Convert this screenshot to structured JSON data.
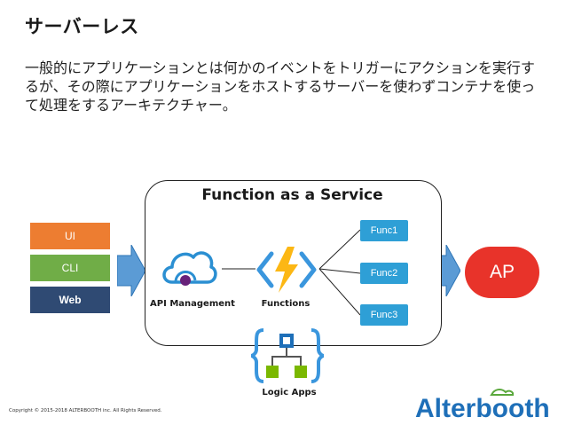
{
  "title": "サーバーレス",
  "description": "一般的にアプリケーションとは何かのイベントをトリガーにアクションを実行するが、その際にアプリケーションをホストするサーバーを使わずコンテナを使って処理をするアーキテクチャー。",
  "faas": {
    "title": "Function as a Service",
    "api_management_label": "API Management",
    "functions_label": "Functions",
    "logic_apps_label": "Logic Apps",
    "funcs": [
      "Func1",
      "Func2",
      "Func3"
    ]
  },
  "clients": [
    "UI",
    "CLI",
    "Web"
  ],
  "ap_label": "AP",
  "footer": {
    "copyright": "Copyright © 2015-2018 ALTERBOOTH inc. All Rights Reserved.",
    "logo_text": "Alterbooth"
  },
  "colors": {
    "ui": "#ed7d31",
    "cli": "#70ad47",
    "web": "#2f4a73",
    "func": "#2e9fd6",
    "ap": "#e8332a",
    "arrow": "#5b9bd5",
    "logo_blue": "#1e6fb8",
    "logo_green": "#5aa83c"
  },
  "icons": [
    "api-management-icon",
    "functions-icon",
    "logic-apps-icon",
    "alterbooth-logo"
  ]
}
